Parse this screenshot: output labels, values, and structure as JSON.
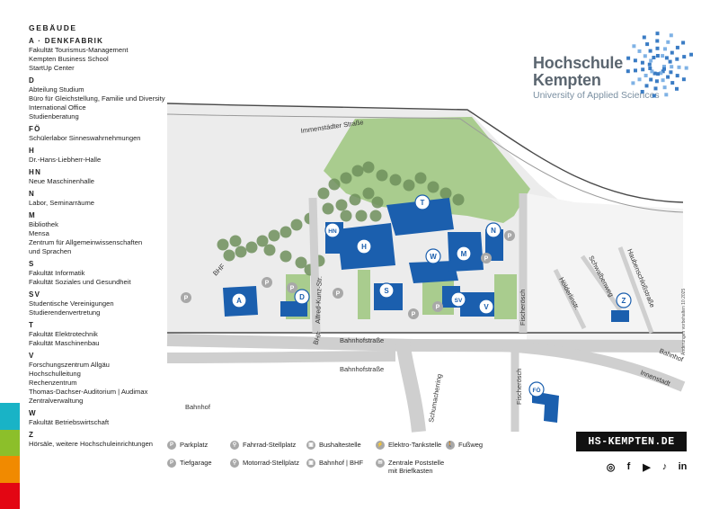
{
  "sidebar": {
    "heading": "GEBÄUDE",
    "groups": [
      {
        "title": "A · DENKFABRIK",
        "lines": [
          "Fakultät Tourismus-Management",
          "Kempten Business School",
          "StartUp Center"
        ]
      },
      {
        "title": "D",
        "lines": [
          "Abteilung Studium",
          "Büro für Gleichstellung, Familie und Diversity",
          "International Office",
          "Studienberatung"
        ]
      },
      {
        "title": "FÖ",
        "lines": [
          "Schülerlabor Sinneswahrnehmungen"
        ]
      },
      {
        "title": "H",
        "lines": [
          "Dr.-Hans-Liebherr-Halle"
        ]
      },
      {
        "title": "HN",
        "lines": [
          "Neue Maschinenhalle"
        ]
      },
      {
        "title": "N",
        "lines": [
          "Labor, Seminarräume"
        ]
      },
      {
        "title": "M",
        "lines": [
          "Bibliothek",
          "Mensa",
          "Zentrum für Allgemeinwissenschaften",
          "und Sprachen"
        ]
      },
      {
        "title": "S",
        "lines": [
          "Fakultät Informatik",
          "Fakultät Soziales und Gesundheit"
        ]
      },
      {
        "title": "SV",
        "lines": [
          "Studentische Vereinigungen",
          "Studierendenvertretung"
        ]
      },
      {
        "title": "T",
        "lines": [
          "Fakultät Elektrotechnik",
          "Fakultät Maschinenbau"
        ]
      },
      {
        "title": "V",
        "lines": [
          "Forschungszentrum Allgäu",
          "Hochschulleitung",
          "Rechenzentrum",
          "Thomas-Dachser-Auditorium | Audimax",
          "Zentralverwaltung"
        ]
      },
      {
        "title": "W",
        "lines": [
          "Fakultät Betriebswirtschaft"
        ]
      },
      {
        "title": "Z",
        "lines": [
          "Hörsäle, weitere Hochschuleinrichtungen"
        ]
      }
    ]
  },
  "brand": {
    "line1": "Hochschule",
    "line2": "Kempten",
    "line3": "University of Applied Sciences",
    "url": "HS-KEMPTEN.DE",
    "socials": [
      "instagram-icon",
      "facebook-icon",
      "youtube-icon",
      "tiktok-icon",
      "linkedin-icon"
    ],
    "social_glyphs": [
      "◎",
      "f",
      "▶",
      "♪",
      "in"
    ]
  },
  "note": "Änderungen vorbehalten 10.2025",
  "streets": {
    "immenstaedter": "Immenstädter Straße",
    "bahnhof1": "Bahnhofstraße",
    "bahnhof2": "Bahnhofstraße",
    "alfred": "Alfred-Kunz-Str.",
    "fischeroesch1": "Fischerösch",
    "fischeroesch2": "Fischerösch",
    "schumacherring": "Schumacherring",
    "hoelderlin": "Hölderlinstr.",
    "schwalbenweg": "Schwalbenweg",
    "haubenschloss": "Haubenschloßstraße",
    "innenstadt": "Innenstadt",
    "bahnhof_dir": "Bahnhof",
    "bahnhof_station": "Bahnhof",
    "bhf1": "BHF",
    "bhf2": "BHF"
  },
  "buildings": [
    "T",
    "H",
    "HN",
    "N",
    "W",
    "M",
    "S",
    "SV",
    "V",
    "A",
    "D",
    "Z",
    "FÖ"
  ],
  "parking_letter": "P",
  "legend": [
    {
      "icon": "parking-icon",
      "glyph": "P",
      "label": "Parkplatz"
    },
    {
      "icon": "garage-icon",
      "glyph": "P",
      "label": "Tiefgarage"
    },
    {
      "icon": "bicycle-icon",
      "glyph": "⚲",
      "label": "Fahrrad-Stellplatz"
    },
    {
      "icon": "motorbike-icon",
      "glyph": "⚲",
      "label": "Motorrad-Stellplatz"
    },
    {
      "icon": "bus-icon",
      "glyph": "▣",
      "label": "Bushaltestelle"
    },
    {
      "icon": "train-icon",
      "glyph": "▣",
      "label": "Bahnhof | BHF"
    },
    {
      "icon": "charging-icon",
      "glyph": "⚡",
      "label": "Elektro-Tankstelle"
    },
    {
      "icon": "post-icon",
      "glyph": "✉",
      "label": "Zentrale Poststelle mit Briefkasten"
    },
    {
      "icon": "footpath-icon",
      "glyph": "🚶",
      "label": "Fußweg"
    }
  ],
  "colors": {
    "building": "#1b5fae",
    "green": "#a9cc8e",
    "tree": "#6e8f5c",
    "road": "#cfcfcf",
    "road_edge": "#4a4a4a",
    "bars": [
      "#19b3c6",
      "#8cbf2a",
      "#f18a00",
      "#e30613"
    ]
  }
}
